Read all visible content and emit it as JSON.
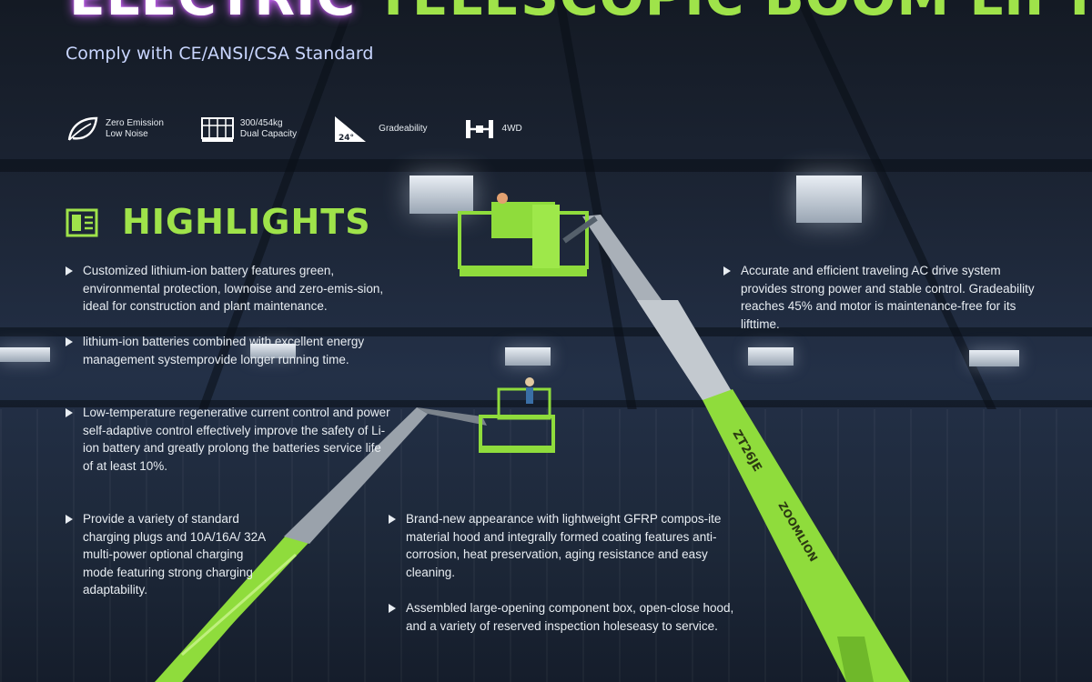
{
  "header": {
    "title_part1": "ELECTRIC",
    "title_part2": "TELESCOPIC BOOM LIFT",
    "subtitle": "Comply with CE/ANSI/CSA Standard"
  },
  "features": [
    {
      "icon": "leaf-icon",
      "line1": "Zero Emission",
      "line2": "Low Noise"
    },
    {
      "icon": "platform-capacity-icon",
      "line1": "300/454kg",
      "line2": "Dual Capacity"
    },
    {
      "icon": "gradeability-icon",
      "badge": "24°",
      "line1": "Gradeability",
      "line2": ""
    },
    {
      "icon": "four-wheel-drive-icon",
      "line1": "4WD",
      "line2": ""
    }
  ],
  "highlights": {
    "heading": "HIGHLIGHTS",
    "left_bullets": [
      "Customized lithium-ion battery features green, environmental protection, lownoise and zero-emis-sion, ideal for construction and plant maintenance.",
      "lithium-ion batteries combined with excellent energy management systemprovide longer running time.",
      "Low-temperature regenerative current control and power self-adaptive control effectively improve the safety of Li-ion battery and greatly prolong the batteries service life of at least 10%.",
      "Provide a variety of standard charging plugs and 10A/16A/ 32A multi-power optional charging mode featuring strong charging adaptability."
    ],
    "right_bullets": [
      "Accurate and efficient traveling AC drive system provides strong power and stable control. Gradeability reaches 45% and motor is maintenance-free for its lifttime."
    ],
    "middle_bullets": [
      "Brand-new appearance with lightweight GFRP compos-ite material hood and integrally formed coating features anti-corrosion, heat preservation, aging resistance and easy cleaning.",
      "Assembled large-opening component box, open-close hood, and a variety of reserved inspection holeseasy to service."
    ]
  },
  "machine": {
    "model_label": "ZT26JE",
    "brand_label": "ZOOMLION"
  },
  "colors": {
    "accent_green": "#9fe34a",
    "machine_green": "#8fdc3c",
    "boom_grey": "#a9b0b8"
  }
}
